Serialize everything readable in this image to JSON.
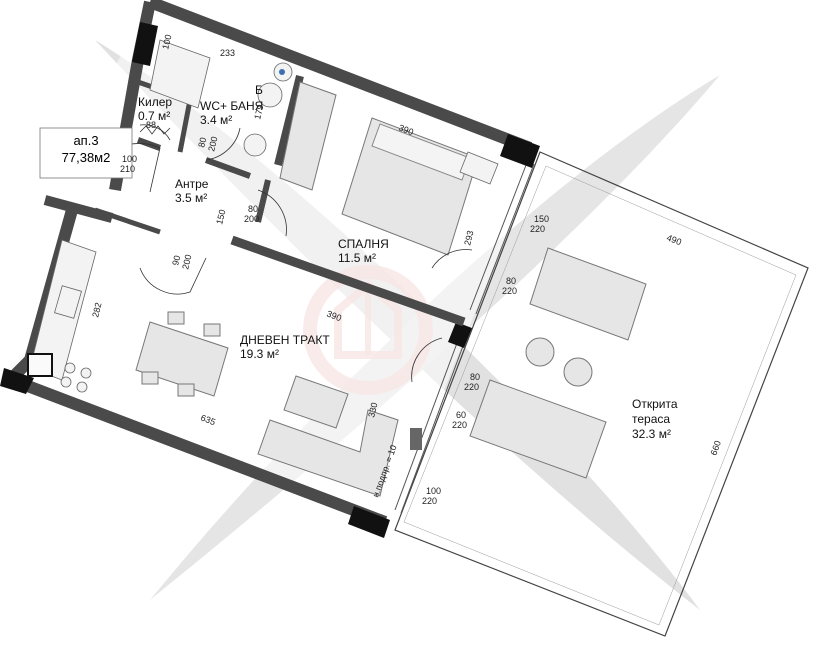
{
  "apartment": {
    "number": "ап.3",
    "area": "77,38м2"
  },
  "rooms": {
    "pantry": {
      "name": "Килер",
      "area": "0.7 м²"
    },
    "bathroom": {
      "name": "WC+ БАНЯ",
      "area": "3.4 м²",
      "boiler": "Б"
    },
    "hall": {
      "name": "Антре",
      "area": "3.5 м²"
    },
    "bedroom": {
      "name": "СПАЛНЯ",
      "area": "11.5 м²"
    },
    "living": {
      "name": "ДНЕВЕН ТРАКТ",
      "area": "19.3 м²"
    },
    "terrace": {
      "name_line1": "Открита",
      "name_line2": "тераса",
      "area": "32.3 м²"
    }
  },
  "dimensions": {
    "d100": "100",
    "d233": "233",
    "d179": "179",
    "d390a": "390",
    "d390b": "390",
    "d150": "150",
    "d293": "293",
    "d282": "282",
    "d635": "635",
    "d330": "330",
    "d490": "490",
    "d660": "660",
    "d88": "88"
  },
  "openings": {
    "o1": {
      "w": "100",
      "h": "210"
    },
    "o2": {
      "w": "80",
      "h": "200"
    },
    "o3": {
      "w": "80",
      "h": "200"
    },
    "o4": {
      "w": "90",
      "h": "200"
    },
    "o5": {
      "w": "150",
      "h": "220"
    },
    "o6": {
      "w": "80",
      "h": "220"
    },
    "o7": {
      "w": "80",
      "h": "220"
    },
    "o8": {
      "w": "60",
      "h": "220"
    },
    "o9": {
      "w": "100",
      "h": "220"
    }
  },
  "slope_note": "н.подпр. = 10",
  "colors": {
    "wall": "#4a4a4a",
    "pillar": "#111111",
    "watermark": "#d9d9d9",
    "logo": "#f2c9c9"
  }
}
